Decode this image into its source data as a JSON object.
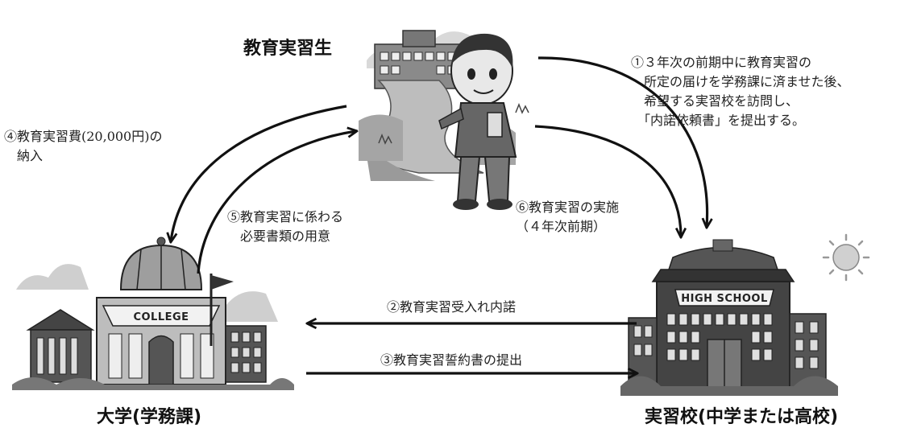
{
  "nodes": {
    "student": {
      "title": "教育実習生"
    },
    "university": {
      "title": "大学(学務課)",
      "sign": "COLLEGE"
    },
    "school": {
      "title": "実習校(中学または高校)",
      "sign": "HIGH SCHOOL"
    }
  },
  "steps": {
    "step1": "①３年次の前期中に教育実習の\n　所定の届けを学務課に済ませた後、\n　希望する実習校を訪問し、\n　「内諾依頼書」を提出する。",
    "step2": "②教育実習受入れ内諾",
    "step3": "③教育実習誓約書の提出",
    "step4": "④教育実習費(20,000円)の\n　納入",
    "step5": "⑤教育実習に係わる\n　必要書類の用意",
    "step6": "⑥教育実習の実施\n（４年次前期）"
  },
  "colors": {
    "ink": "#111111",
    "illustration_dark": "#333333",
    "illustration_mid": "#888888",
    "illustration_light": "#cccccc"
  },
  "icons": [
    "student-icon",
    "college-building-icon",
    "high-school-building-icon",
    "sun-icon",
    "flag-icon"
  ]
}
